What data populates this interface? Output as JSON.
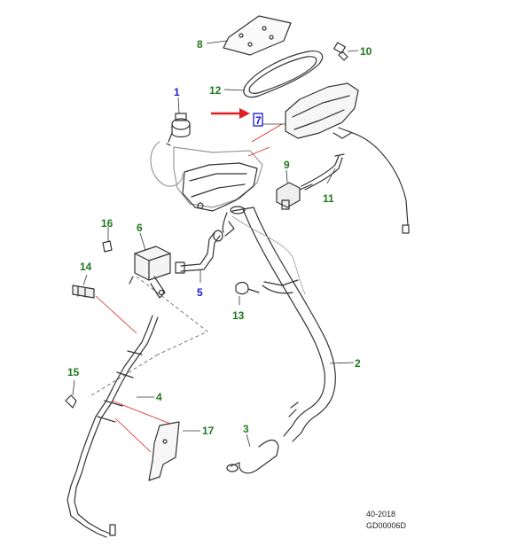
{
  "diagram": {
    "callouts": [
      {
        "id": "c1",
        "label": "1",
        "color": "blue"
      },
      {
        "id": "c2",
        "label": "2",
        "color": "green"
      },
      {
        "id": "c3",
        "label": "3",
        "color": "green"
      },
      {
        "id": "c4",
        "label": "4",
        "color": "green"
      },
      {
        "id": "c5",
        "label": "5",
        "color": "blue"
      },
      {
        "id": "c6",
        "label": "6",
        "color": "green"
      },
      {
        "id": "c7",
        "label": "7",
        "color": "blue"
      },
      {
        "id": "c8",
        "label": "8",
        "color": "green"
      },
      {
        "id": "c9",
        "label": "9",
        "color": "green"
      },
      {
        "id": "c10",
        "label": "10",
        "color": "green"
      },
      {
        "id": "c11",
        "label": "11",
        "color": "green"
      },
      {
        "id": "c12",
        "label": "12",
        "color": "green"
      },
      {
        "id": "c13",
        "label": "13",
        "color": "green"
      },
      {
        "id": "c14",
        "label": "14",
        "color": "green"
      },
      {
        "id": "c15",
        "label": "15",
        "color": "green"
      },
      {
        "id": "c16",
        "label": "16",
        "color": "green"
      },
      {
        "id": "c17",
        "label": "17",
        "color": "green"
      }
    ],
    "highlight_color": "#e02020",
    "footer": {
      "code1": "40-2018",
      "code2": "GD00006D"
    }
  }
}
